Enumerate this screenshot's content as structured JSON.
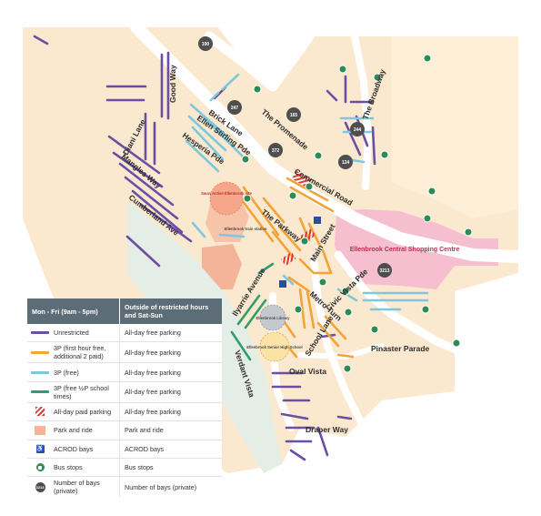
{
  "colors": {
    "unrestricted": "#6a4fa3",
    "three_p_paid": "#f2a33a",
    "three_p_free": "#7fc8dc",
    "three_p_school": "#2f9e6e",
    "all_day_paid": "#d93a36",
    "park_and_ride": "#f3b49a",
    "acrod": "#2d4d9b",
    "bus_stop": "#2e8b57",
    "private_bays": "#4e4e4e",
    "land": "#fbe9cf",
    "road": "#ffffff",
    "shopping_centre": "#f5bfd0",
    "green": "#e4eee6"
  },
  "streets": {
    "the_broadway": "The Broadway",
    "the_promenade": "The Promenade",
    "brick_lane": "Brick Lane",
    "ellen_stirling_pde": "Ellen Stirling Pde",
    "hesperia_pde": "Hesperia Pde",
    "diani_lane": "Diani Lane",
    "wangara_way": "Mangles Way",
    "cumberland_ave": "Cumberland Ave",
    "commercial_road": "Commercial Road",
    "the_parkway": "The Parkway",
    "main_street": "Main Street",
    "ilyarrie_avenue": "Ilyarrie Avenue",
    "metro_turn": "Metro Turn",
    "civic_vista_pde": "Civic Vista Pde",
    "school_lane": "School Lane",
    "oval_vista": "Oval Vista",
    "pinaster_parade": "Pinaster Parade",
    "verdant_vista": "Verdant Vista",
    "draper_way": "Draper Way",
    "nobel_street": "Good Way"
  },
  "places": {
    "swan_active": "Swan Active Ellenbrook site",
    "train_station": "Ellenbrook train station",
    "shopping_centre": "Ellenbrook Central Shopping Centre",
    "library": "Ellenbrook Library",
    "high_school": "Ellenbrook Senior High School"
  },
  "bay_counts": {
    "b190": "190",
    "b247": "247",
    "b165": "165",
    "b372": "372",
    "b244": "244",
    "b124": "124",
    "b3213": "3213"
  },
  "legend": {
    "header_col1": "Mon - Fri (9am - 5pm)",
    "header_col2": "Outside of restricted hours and Sat-Sun",
    "rows": [
      {
        "label": "Unrestricted",
        "value": "All-day free parking"
      },
      {
        "label": "3P (first hour free, additional 2 paid)",
        "value": "All-day free parking"
      },
      {
        "label": "3P (free)",
        "value": "All-day free parking"
      },
      {
        "label": "3P (free ½P school times)",
        "value": "All-day free parking"
      },
      {
        "label": "All-day paid parking",
        "value": "All-day free parking"
      },
      {
        "label": "Park and ride",
        "value": "Park and ride"
      },
      {
        "label": "ACROD bays",
        "value": "ACROD bays"
      },
      {
        "label": "Bus stops",
        "value": "Bus stops"
      },
      {
        "label": "Number of bays (private)",
        "value": "Number of bays (private)"
      }
    ],
    "number_badge": "3213",
    "acrod_symbol": "♿"
  }
}
